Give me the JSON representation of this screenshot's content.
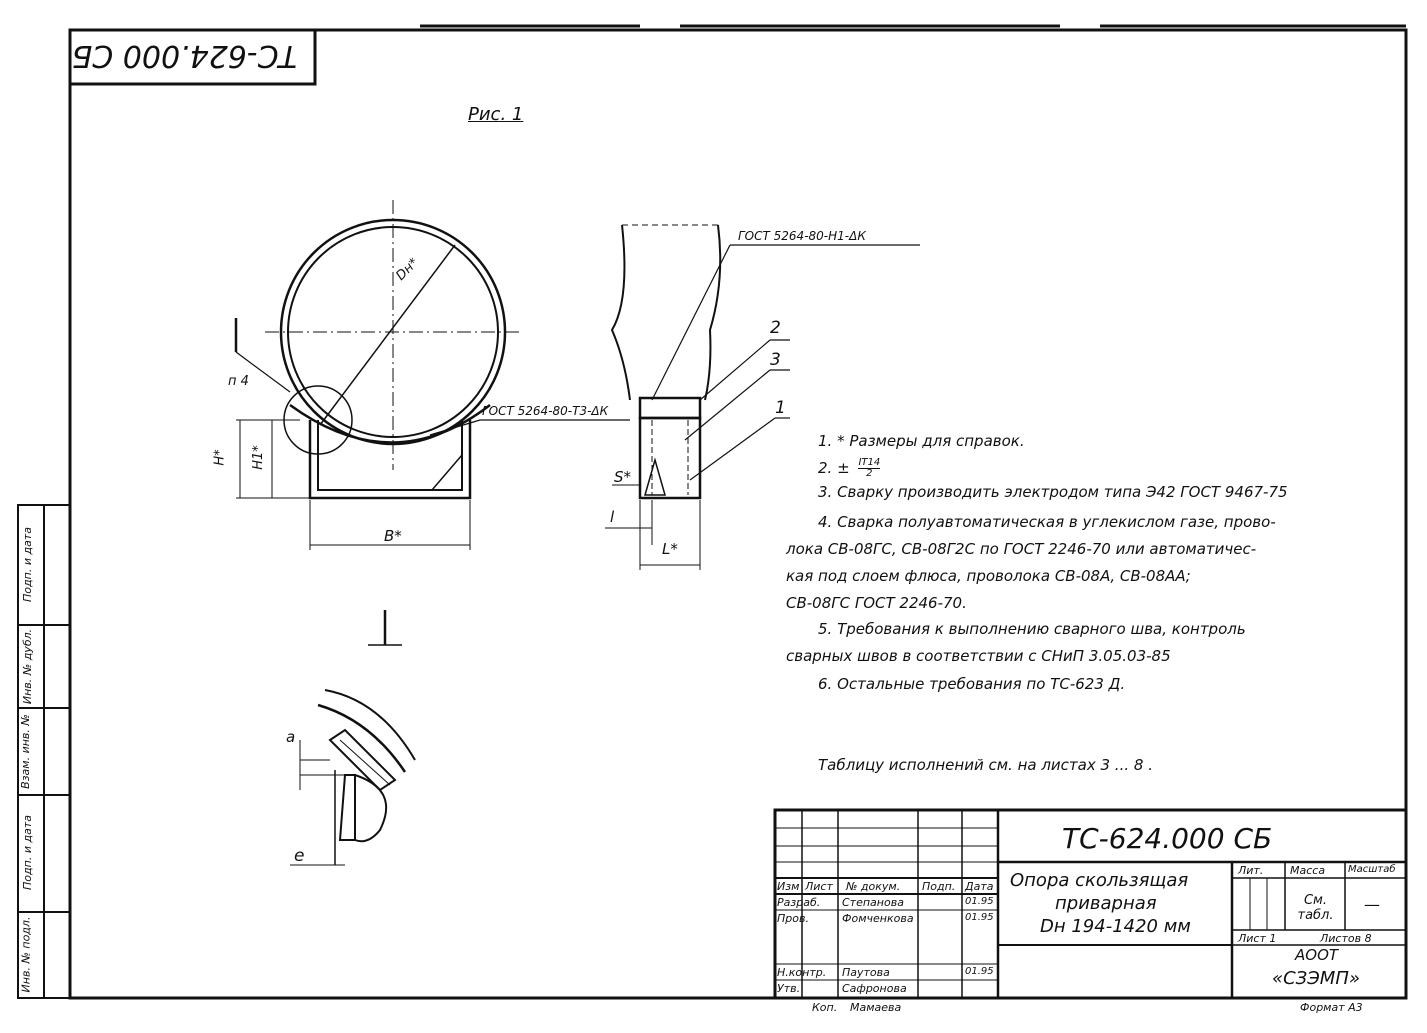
{
  "code_upside_down": "ТС-624.000 СБ",
  "figure_title": "Рис. 1",
  "drawing": {
    "dn_label": "Dн*",
    "n_label": "п 4",
    "h_label": "H*",
    "h1_label": "H1*",
    "b_label": "B*",
    "s_label": "S*",
    "l_label": "l",
    "L_label": "L*",
    "weld_top": "ГОСТ 5264-80-Н1-ΔК",
    "weld_mid": "ГОСТ 5264-80-Т3-ΔК",
    "callouts": [
      "2",
      "3",
      "1"
    ],
    "section_label_a": "I",
    "detail_a": "a",
    "detail_e": "e"
  },
  "notes": {
    "n1": "1. * Размеры для справок.",
    "n2_prefix": "2. ±",
    "n2_fraction_top": "IT14",
    "n2_fraction_bottom": "2",
    "n3": "3. Сварку производить электродом типа Э42 ГОСТ 9467-75",
    "n4_l1": "4. Сварка полуавтоматическая в углекислом газе, прово-",
    "n4_l2": "лока СВ-08ГС, СВ-08Г2С по ГОСТ 2246-70 или автоматичес-",
    "n4_l3": "кая под слоем флюса, проволока СВ-08А, СВ-08АА;",
    "n4_l4": "СВ-08ГС ГОСТ 2246-70.",
    "n5_l1": "5. Требования к выполнению сварного шва, контроль",
    "n5_l2": "сварных швов в соответствии с СНиП 3.05.03-85",
    "n6": "6. Остальные требования по ТС-623 Д.",
    "tables": "Таблицу исполнений см. на листах 3 ... 8 ."
  },
  "side_stamp": [
    "Подп. и дата",
    "Инв. № дубл.",
    "Взам. инв. №",
    "Подп. и дата",
    "Инв. № подл."
  ],
  "title_block": {
    "code": "ТС-624.000 СБ",
    "name_l1": "Опора скользящая",
    "name_l2": "приварная",
    "name_l3": "Dн 194-1420 мм",
    "col_izm": "Изм",
    "col_list": "Лист",
    "col_doc": "№ докум.",
    "col_sign": "Подп.",
    "col_date": "Дата",
    "row_razrab": "Разраб.",
    "row_prov": "Пров.",
    "row_nkontr": "Н.контр.",
    "row_utv": "Утв.",
    "name_razrab": "Степанова",
    "name_prov": "Фомченкова",
    "name_nkontr": "Паутова",
    "name_utv": "Сафронова",
    "date_razrab": "01.95",
    "date_prov": "01.95",
    "date_nkontr": "01.95",
    "lit": "Лит.",
    "massa": "Масса",
    "masshtab": "Масштаб",
    "massa_val": "См. табл.",
    "masshtab_val": "—",
    "sheet": "Лист 1",
    "sheets": "Листов 8",
    "org_l1": "АООТ",
    "org_l2": "«СЗЭМП»",
    "copied": "Коп.",
    "copier": "Мамаева",
    "format": "Формат А3"
  }
}
